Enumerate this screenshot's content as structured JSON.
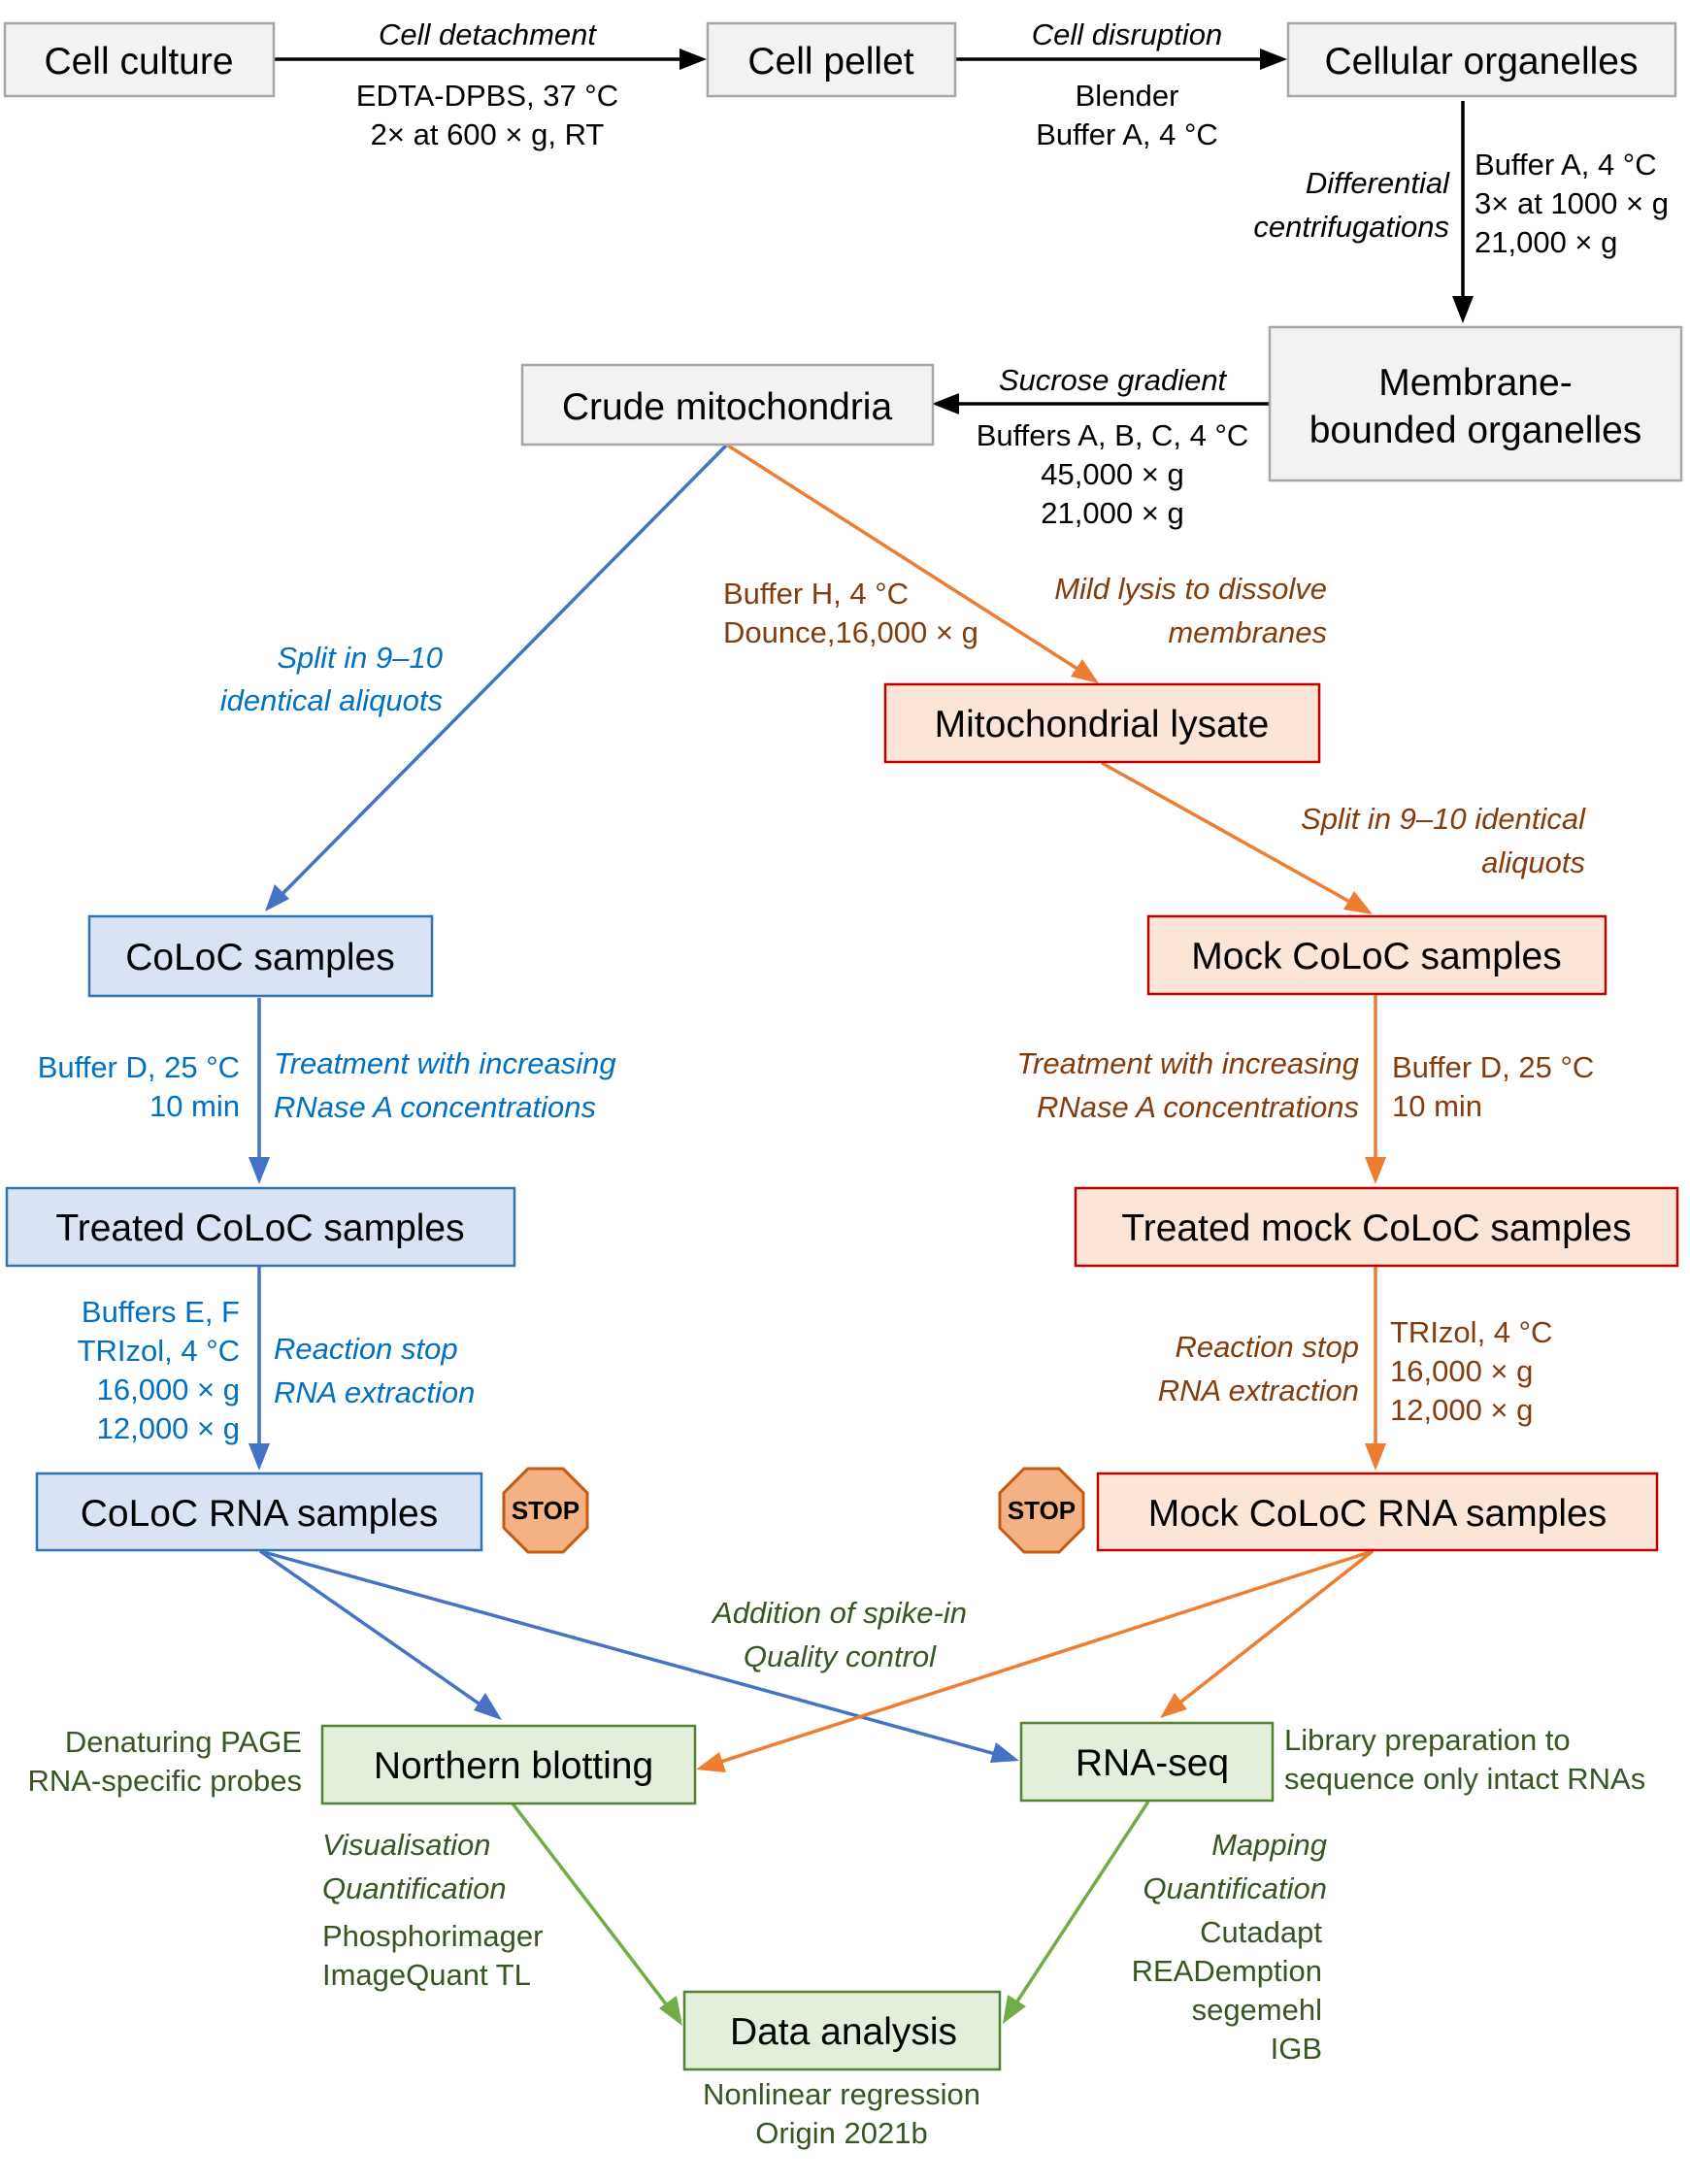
{
  "colors": {
    "grey_fill": "#f2f2f2",
    "grey_stroke": "#a6a6a6",
    "blue_fill": "#dae3f3",
    "blue_stroke": "#2e75b6",
    "red_fill": "#fbe5d6",
    "red_stroke": "#c00000",
    "green_fill": "#e2efda",
    "green_stroke": "#548235",
    "arrow_black": "#000000",
    "arrow_blue": "#4472c4",
    "arrow_orange": "#ed7d31",
    "arrow_green": "#70ad47",
    "text_black": "#000000",
    "text_blue": "#0070c0",
    "text_brown": "#843c0c",
    "text_green": "#375623",
    "stop_fill": "#f4b183",
    "stop_stroke": "#c55a11"
  },
  "nodes": {
    "cell_culture": "Cell culture",
    "cell_pellet": "Cell pellet",
    "cellular_organelles": "Cellular organelles",
    "membrane_bounded_1": "Membrane-",
    "membrane_bounded_2": "bounded organelles",
    "crude_mitochondria": "Crude mitochondria",
    "mitochondrial_lysate": "Mitochondrial lysate",
    "coloc_samples": "CoLoC samples",
    "mock_coloc_samples": "Mock CoLoC samples",
    "treated_coloc_samples": "Treated CoLoC samples",
    "treated_mock_coloc_samples": "Treated mock CoLoC samples",
    "coloc_rna_samples": "CoLoC RNA samples",
    "mock_coloc_rna_samples": "Mock CoLoC RNA samples",
    "northern_blotting": "Northern blotting",
    "rna_seq": "RNA-seq",
    "data_analysis": "Data analysis"
  },
  "labels": {
    "cell_detachment": "Cell detachment",
    "edta_1": "EDTA-DPBS, 37 °C",
    "edta_2": "2× at 600 × g, RT",
    "cell_disruption": "Cell disruption",
    "blender_1": "Blender",
    "blender_2": "Buffer A, 4 °C",
    "diff_1": "Differential",
    "diff_2": "centrifugations",
    "bufA_1": "Buffer A, 4 °C",
    "bufA_2": "3× at 1000 × g",
    "bufA_3": "21,000 × g",
    "sucrose": "Sucrose gradient",
    "bufABC_1": "Buffers A, B, C, 4 °C",
    "bufABC_2": "45,000 × g",
    "bufABC_3": "21,000 × g",
    "split_blue_1": "Split in 9–10",
    "split_blue_2": "identical aliquots",
    "bufH_1": "Buffer H, 4 °C",
    "bufH_2": "Dounce,16,000 × g",
    "mild_1": "Mild lysis to dissolve",
    "mild_2": "membranes",
    "split_red_1": "Split in 9–10 identical",
    "split_red_2": "aliquots",
    "bufD_blue_1": "Buffer D, 25 °C",
    "bufD_blue_2": "10 min",
    "treat_blue_1": "Treatment with increasing",
    "treat_blue_2": "RNase A concentrations",
    "treat_red_1": "Treatment with increasing",
    "treat_red_2": "RNase A concentrations",
    "bufD_red_1": "Buffer D, 25 °C",
    "bufD_red_2": "10 min",
    "bufEF_1": "Buffers E, F",
    "bufEF_2": "TRIzol, 4 °C",
    "bufEF_3": "16,000 × g",
    "bufEF_4": "12,000 × g",
    "stop_blue_1": "Reaction stop",
    "stop_blue_2": "RNA extraction",
    "stop_red_1": "Reaction stop",
    "stop_red_2": "RNA extraction",
    "trizol_1": "TRIzol, 4 °C",
    "trizol_2": "16,000 × g",
    "trizol_3": "12,000 × g",
    "stop_sign": "STOP",
    "spike_1": "Addition of spike-in",
    "spike_2": "Quality control",
    "page_1": "Denaturing PAGE",
    "page_2": "RNA-specific probes",
    "lib_1": "Library preparation to",
    "lib_2": "sequence only intact RNAs",
    "vis_1": "Visualisation",
    "vis_2": "Quantification",
    "phos_1": "Phosphorimager",
    "phos_2": "ImageQuant TL",
    "map_1": "Mapping",
    "map_2": "Quantification",
    "tool_1": "Cutadapt",
    "tool_2": "READemption",
    "tool_3": "segemehl",
    "tool_4": "IGB",
    "nonlin_1": "Nonlinear regression",
    "nonlin_2": "Origin 2021b"
  }
}
